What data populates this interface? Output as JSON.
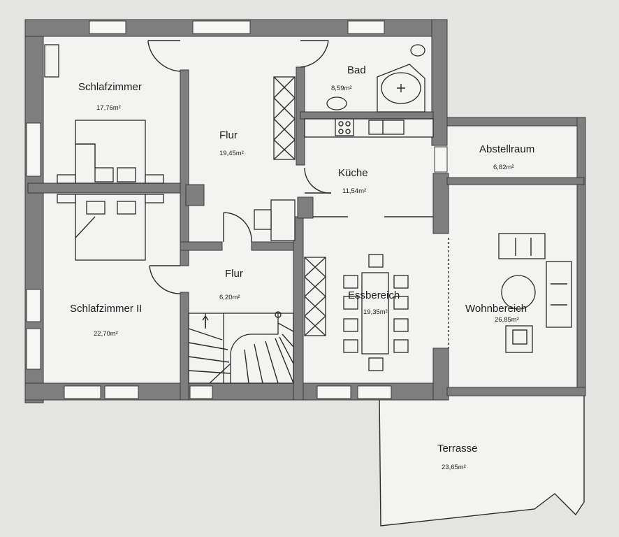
{
  "rooms": {
    "schlafzimmer": {
      "name": "Schlafzimmer",
      "area": "17,76m²"
    },
    "flur_upper": {
      "name": "Flur",
      "area": "19,45m²"
    },
    "bad": {
      "name": "Bad",
      "area": "8,59m²"
    },
    "kueche": {
      "name": "Küche",
      "area": "11,54m²"
    },
    "abstellraum": {
      "name": "Abstellraum",
      "area": "6,82m²"
    },
    "schlafzimmer2": {
      "name": "Schlafzimmer II",
      "area": "22,70m²"
    },
    "flur_lower": {
      "name": "Flur",
      "area": "6,20m²"
    },
    "essbereich": {
      "name": "Essbereich",
      "area": "19,35m²"
    },
    "wohnbereich": {
      "name": "Wohnbereich",
      "area": "26,85m²"
    },
    "terrasse": {
      "name": "Terrasse",
      "area": "23,65m²"
    }
  },
  "colors": {
    "wall": "#7e7e7e",
    "floor": "#f3f3f1",
    "paper": "#e4e4e2",
    "line": "#2a2a2a"
  }
}
